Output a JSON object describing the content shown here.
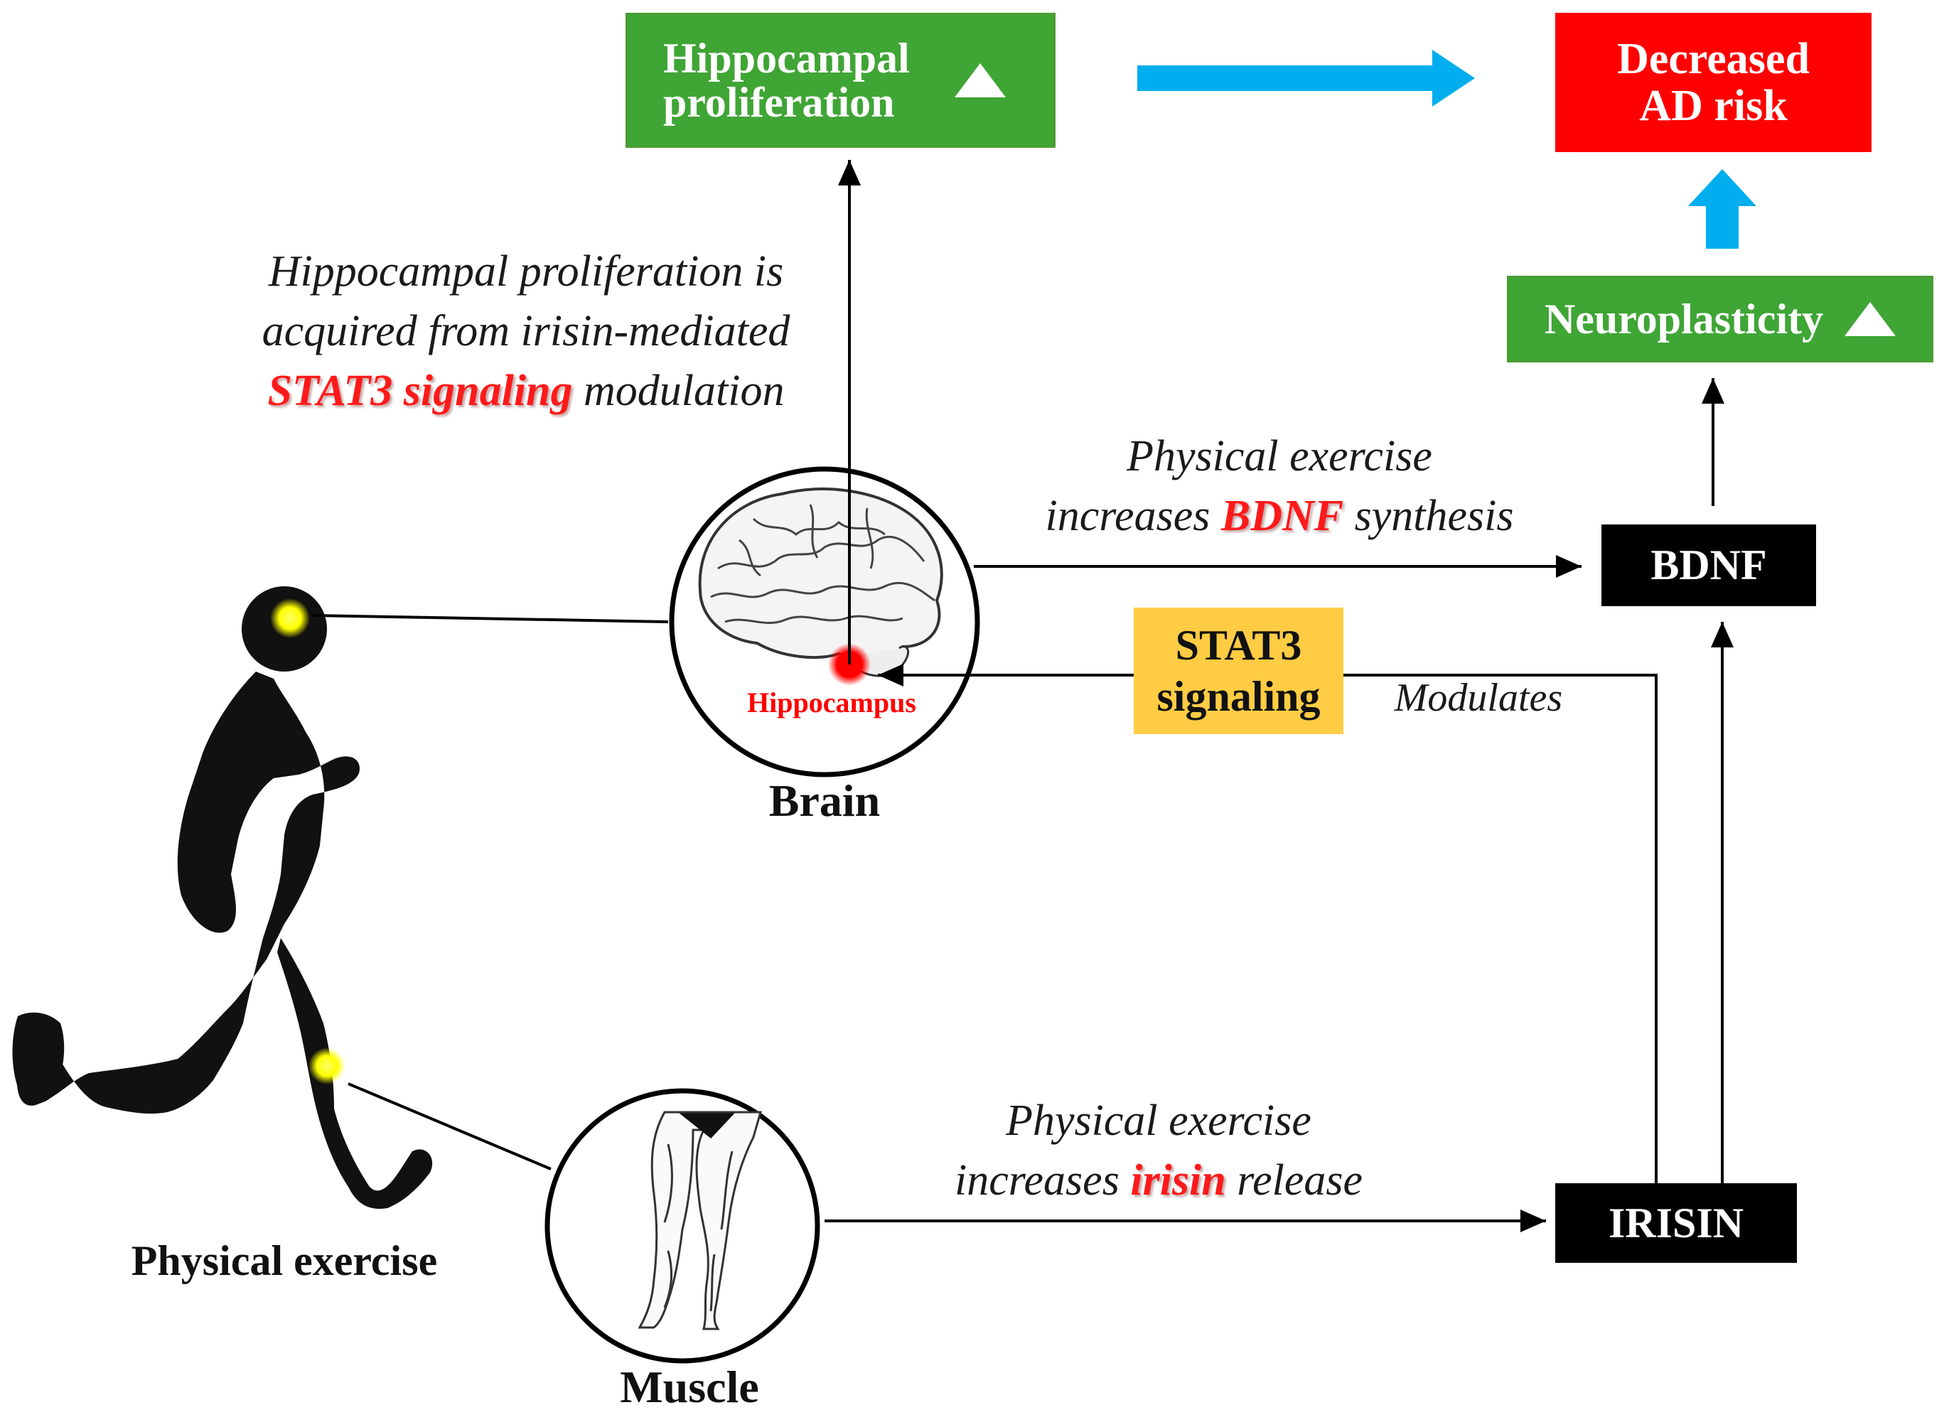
{
  "colors": {
    "green_box": "#3fa535",
    "red_box": "#ff0000",
    "stat3_box": "#ffcc44",
    "black_box": "#000000",
    "blue_arrow": "#00aeef",
    "highlight_text": "#ff1a1a",
    "glow_spot": "#ffff00",
    "hippocampus_spot": "#ff0000"
  },
  "boxes": {
    "hippocampal_proliferation": "Hippocampal proliferation",
    "decreased_ad_risk": "Decreased AD risk",
    "neuroplasticity": "Neuroplasticity",
    "bdnf": "BDNF",
    "irisin": "IRISIN",
    "stat3_signaling": "STAT3 signaling"
  },
  "labels": {
    "brain": "Brain",
    "muscle": "Muscle",
    "physical_exercise": "Physical exercise",
    "hippocampus": "Hippocampus",
    "modulates": "Modulates"
  },
  "captions": {
    "stat3_caption": {
      "line1": "Hippocampal proliferation is",
      "line2": "acquired from irisin-mediated",
      "line3_highlight": "STAT3 signaling",
      "line3_rest": " modulation"
    },
    "bdnf_caption": {
      "line1": "Physical exercise",
      "line2_pre": "increases ",
      "line2_highlight": "BDNF",
      "line2_post": " synthesis"
    },
    "irisin_caption": {
      "line1": "Physical exercise",
      "line2_pre": "increases ",
      "line2_highlight": "irisin",
      "line2_post": " release"
    }
  },
  "icons": [
    "runner-silhouette",
    "brain-illustration",
    "legs-muscle-illustration",
    "up-triangle-icon"
  ]
}
